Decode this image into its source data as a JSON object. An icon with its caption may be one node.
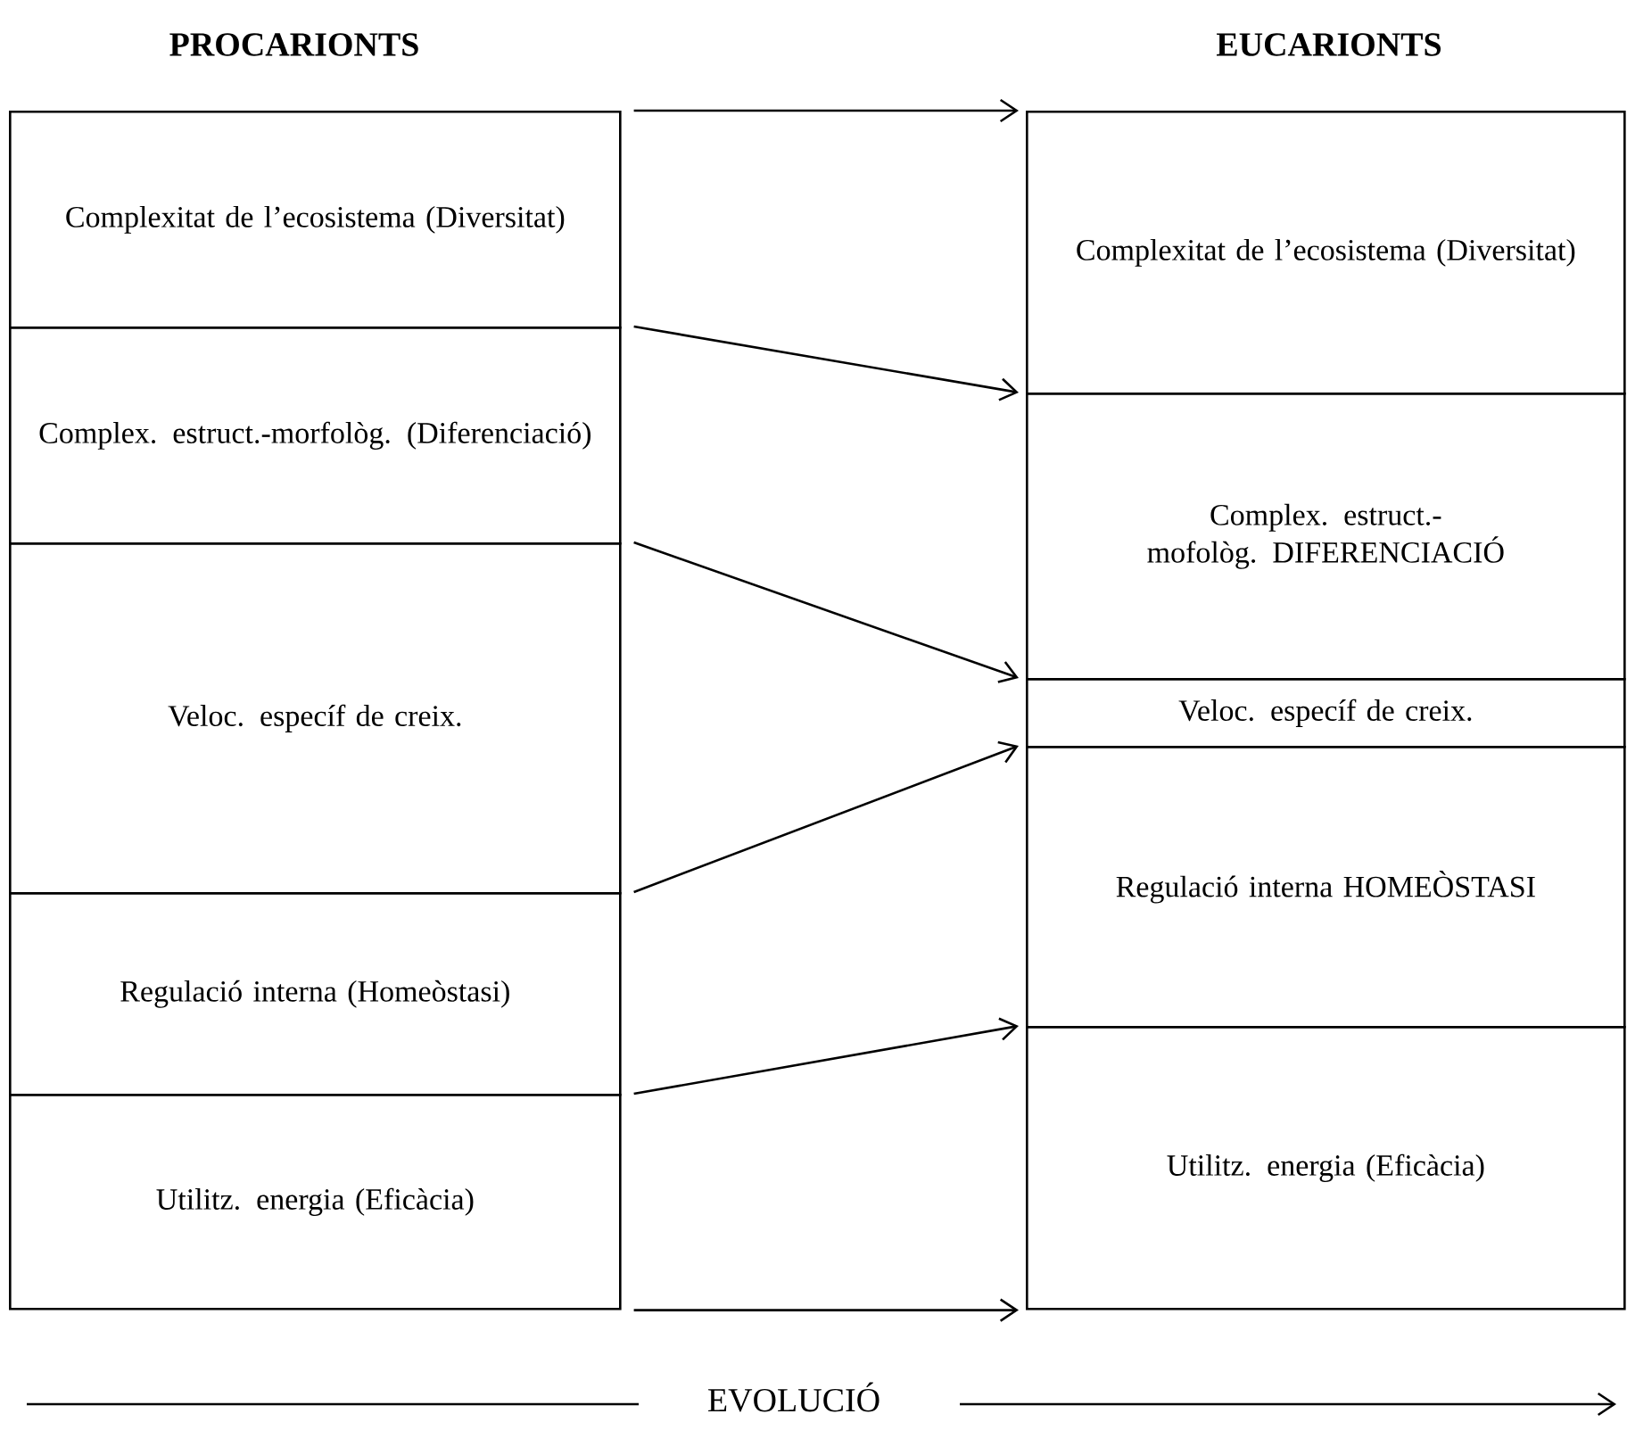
{
  "diagram": {
    "nodes": [
      {
        "text": [
          "Complexitat de l’ecosistema (Diversitat)"
        ]
      },
      {
        "text": [
          "Complex. estruct.-morfològ. (Diferenciació)"
        ]
      },
      {
        "text": [
          "Veloc. específ de creix."
        ]
      },
      {
        "text": [
          "Regulació interna (Homeòstasi)"
        ]
      },
      {
        "text": [
          "Utilitz. energia (Eficàcia)"
        ]
      },
      {
        "text": [
          "Complexitat de l’ecosistema (Diversitat)"
        ]
      },
      {
        "text": [
          "Complex. estruct.-mofològ. DIFERENCIACIÓ"
        ]
      },
      {
        "text": [
          "Veloc. específ de creix."
        ]
      },
      {
        "text": [
          "Regulació interna HOMEÒSTASI"
        ]
      },
      {
        "text": [
          "Utilitz. energia (Eficàcia)"
        ]
      }
    ],
    "edges": [
      {
        "from": 0,
        "to": 5,
        "arrow": "to"
      },
      {
        "from": 1,
        "to": 6,
        "arrow": "to"
      },
      {
        "from": 2,
        "to": 7,
        "arrow": "to"
      },
      {
        "from": 3,
        "to": 8,
        "arrow": "to"
      },
      {
        "from": 4,
        "to": 9,
        "arrow": "to"
      },
      {
        "from": 4,
        "to": 9,
        "arrow": "to"
      }
    ],
    "labels": [
      "PROCARIONTS",
      "EUCARIONTS",
      "EVOLUCIÓ"
    ]
  }
}
